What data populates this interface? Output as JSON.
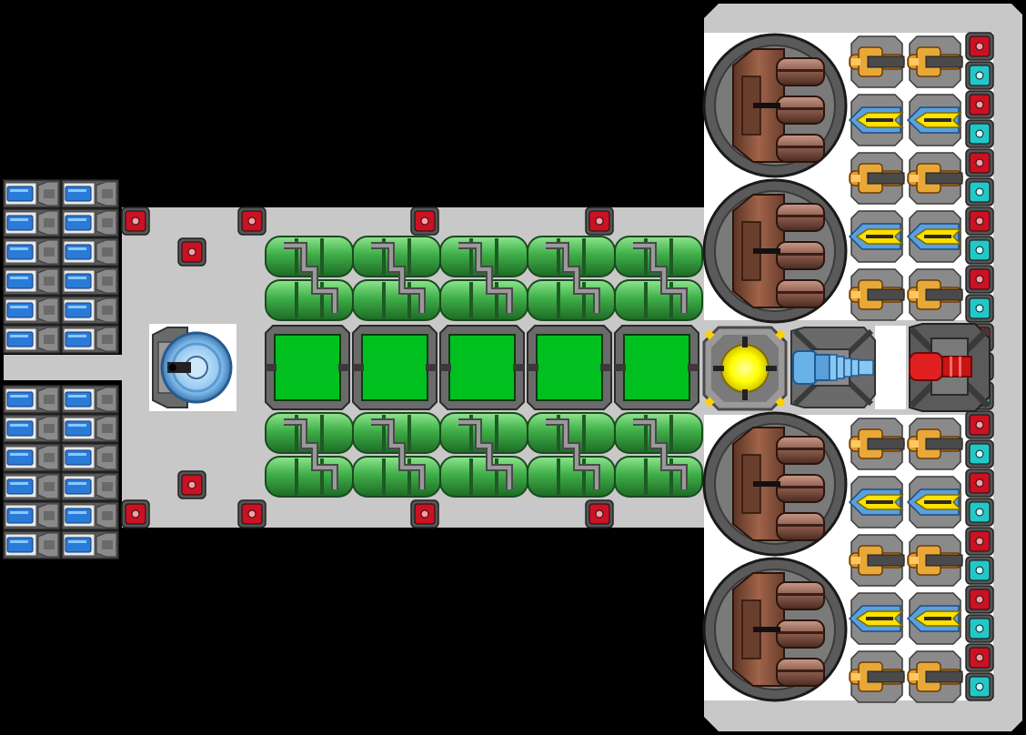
{
  "colors": {
    "background": "#000000",
    "hull": "#c8c8c8",
    "hull_edge": "#8a8a8a",
    "interior": "#ffffff",
    "green_block": "#00c020",
    "green_tank": "#3fae48",
    "reactor_core": "#ffff00",
    "red_node": "#cc1122",
    "cyan_node": "#22c8c8",
    "engine_blue": "#2a7ad8",
    "cannon_red": "#c81414",
    "missile_bronze": "#7a4a34",
    "gun_orange": "#e0982a",
    "laser_yellow": "#ffe000"
  },
  "layout": {
    "battery_rows": 12,
    "battery_cols": 2,
    "tank_columns": 5,
    "green_blocks": 5,
    "missile_turrets": 4,
    "weapon_rows": 11
  },
  "components": [
    "battery-cell",
    "shield-generator",
    "fuel-tank",
    "cargo-block",
    "reactor-core",
    "thruster-blue",
    "thruster-red",
    "missile-launcher",
    "autocannon",
    "laser-turret",
    "power-node-red",
    "power-node-cyan"
  ]
}
